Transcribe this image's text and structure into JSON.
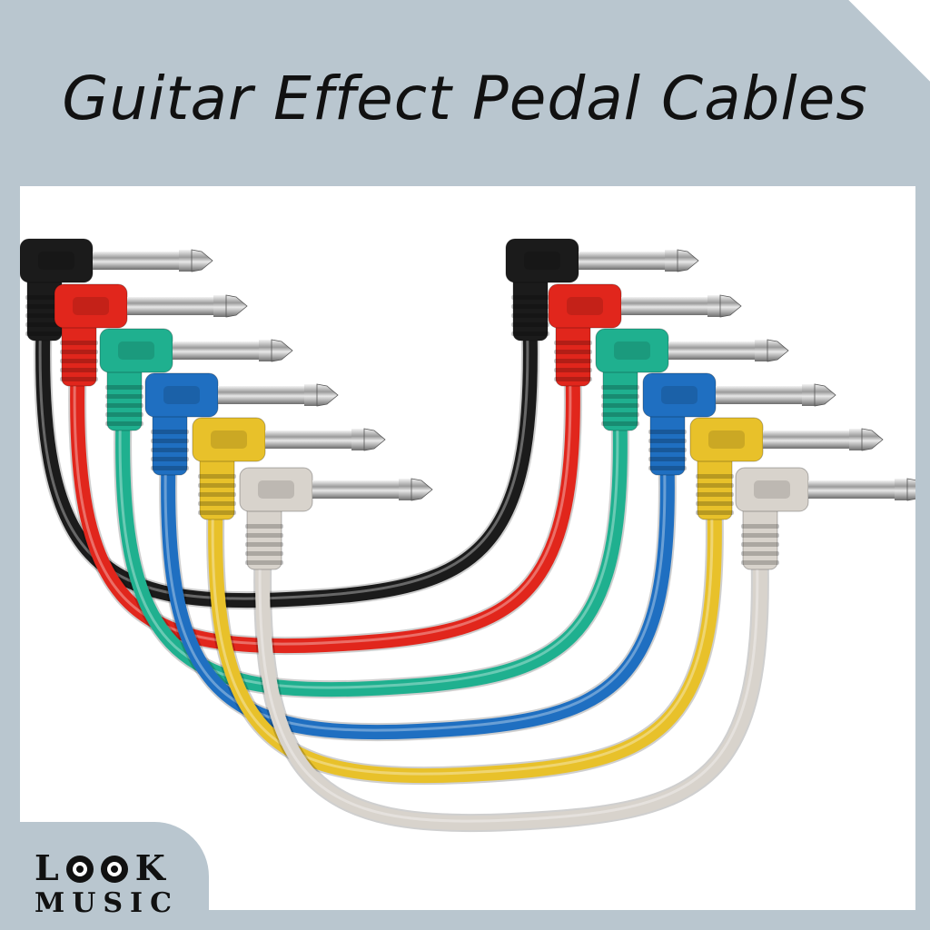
{
  "title": "Guitar Effect Pedal Cables",
  "logo": {
    "letter_l": "L",
    "letter_k": "K",
    "line2": "MUSIC"
  },
  "cables": [
    {
      "name": "black-cable",
      "color": "#1b1b1b"
    },
    {
      "name": "red-cable",
      "color": "#e1261c"
    },
    {
      "name": "green-cable",
      "color": "#1fb08f"
    },
    {
      "name": "blue-cable",
      "color": "#1f6fc1"
    },
    {
      "name": "yellow-cable",
      "color": "#e8c12a"
    },
    {
      "name": "grey-cable",
      "color": "#d8d3cc"
    }
  ]
}
